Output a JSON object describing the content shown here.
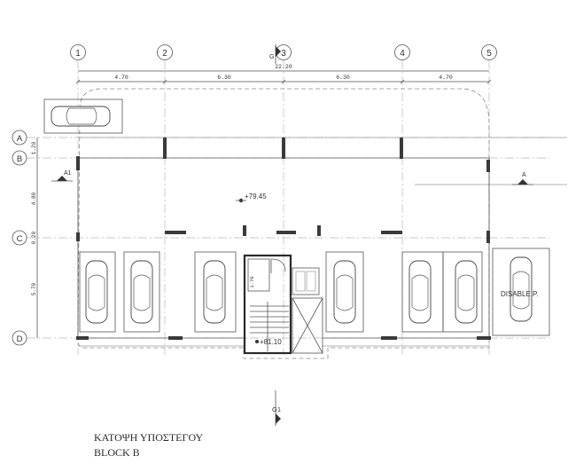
{
  "grid_columns": [
    "1",
    "2",
    "3",
    "4",
    "5"
  ],
  "grid_rows": [
    "A",
    "B",
    "C",
    "D"
  ],
  "dimensions": {
    "overall": "22.20",
    "spans": [
      "4.70",
      "6.30",
      "6.30",
      "4.70"
    ],
    "row_spans": [
      "1.20",
      "4.80",
      "0.20",
      "5.70"
    ]
  },
  "section_marks": {
    "left": "A1",
    "right": "A",
    "top": "G",
    "bottom": "G1"
  },
  "levels": {
    "upper": "+79.45",
    "lower": "+81.10"
  },
  "disabled_label": "DISABLE P.",
  "stair_label": "1.70",
  "caption": {
    "line1": "ΚΑΤΟΨΗ ΥΠΟΣΤΕΓΟΥ",
    "line2": "BLOCK B"
  }
}
